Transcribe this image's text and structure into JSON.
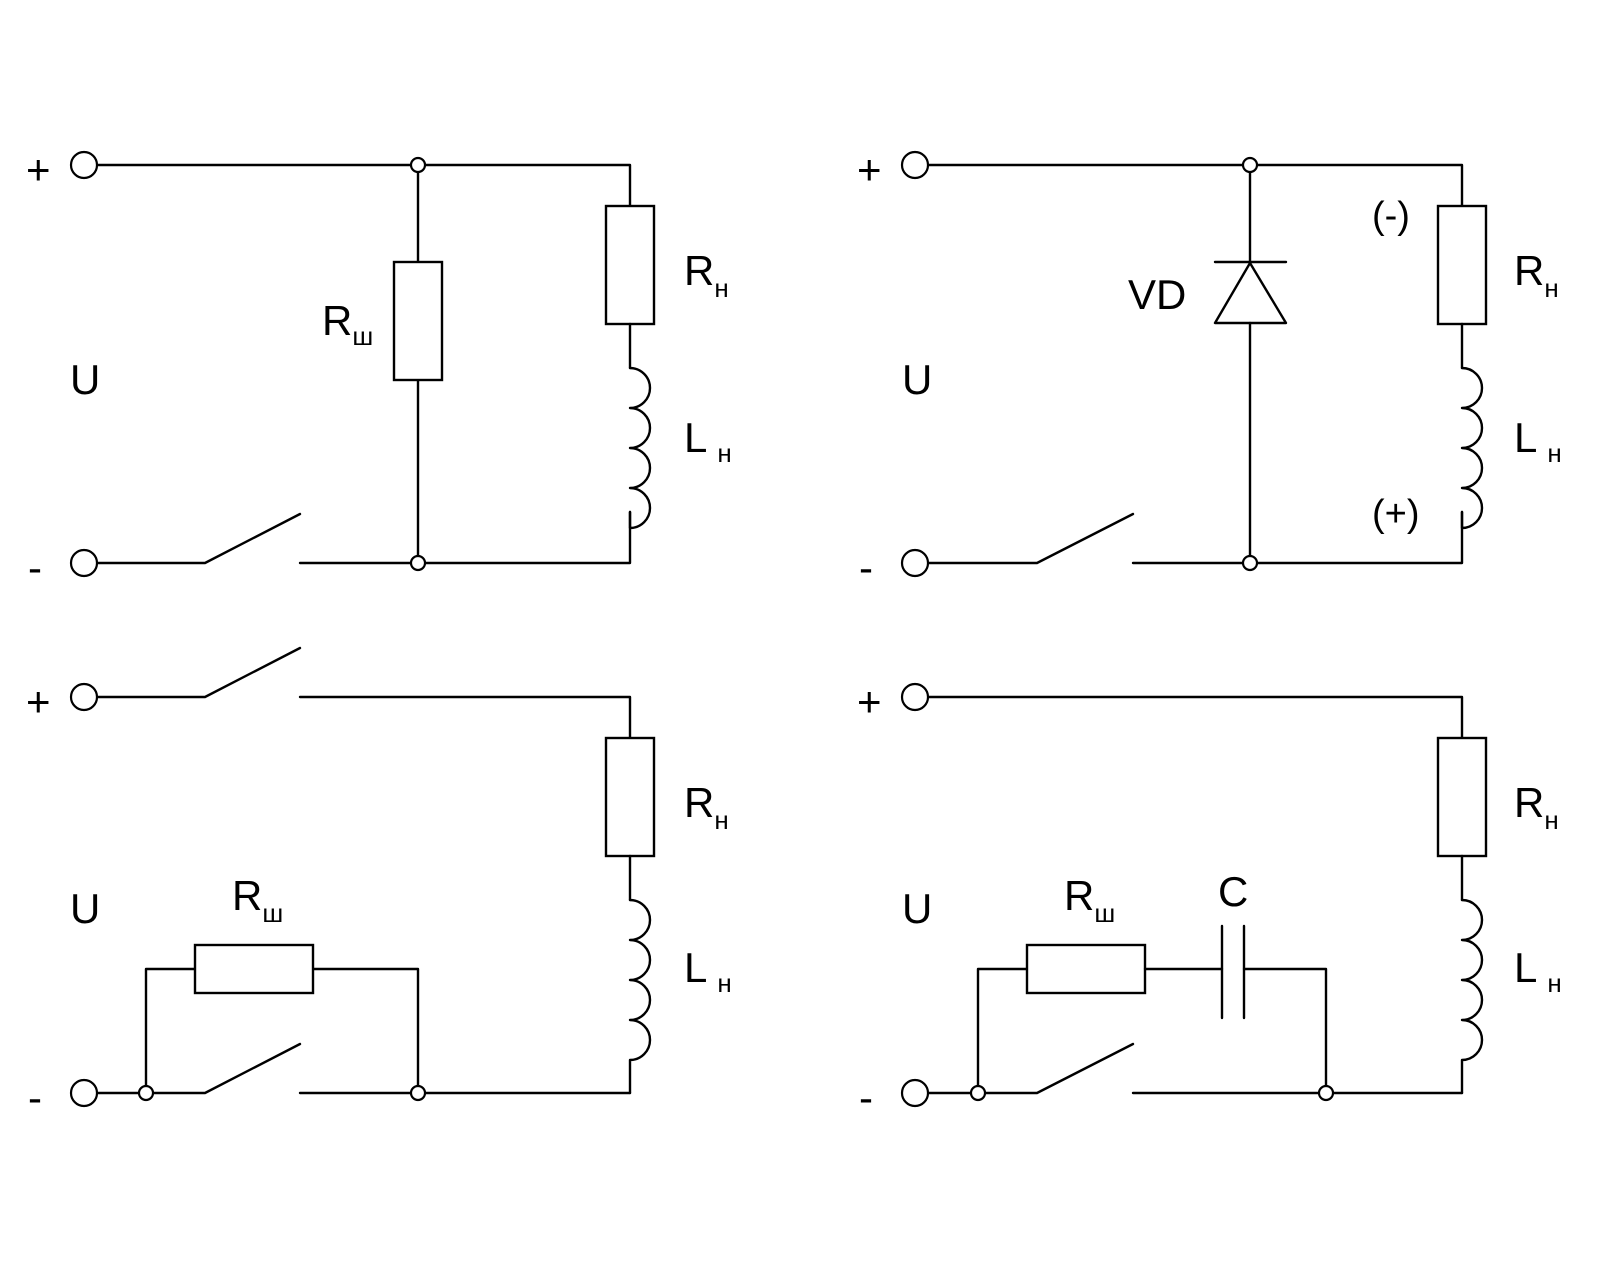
{
  "terminals": {
    "plus": "+",
    "minus": "-"
  },
  "voltage": "U",
  "labels": {
    "load_resistor": {
      "main": "R",
      "sub": "н"
    },
    "load_inductor": {
      "main": "L",
      "sub": "н"
    },
    "shunt_resistor": {
      "main": "R",
      "sub": "ш"
    },
    "diode": "VD",
    "capacitor": "C",
    "polarity_minus": "(-)",
    "polarity_plus": "(+)"
  }
}
